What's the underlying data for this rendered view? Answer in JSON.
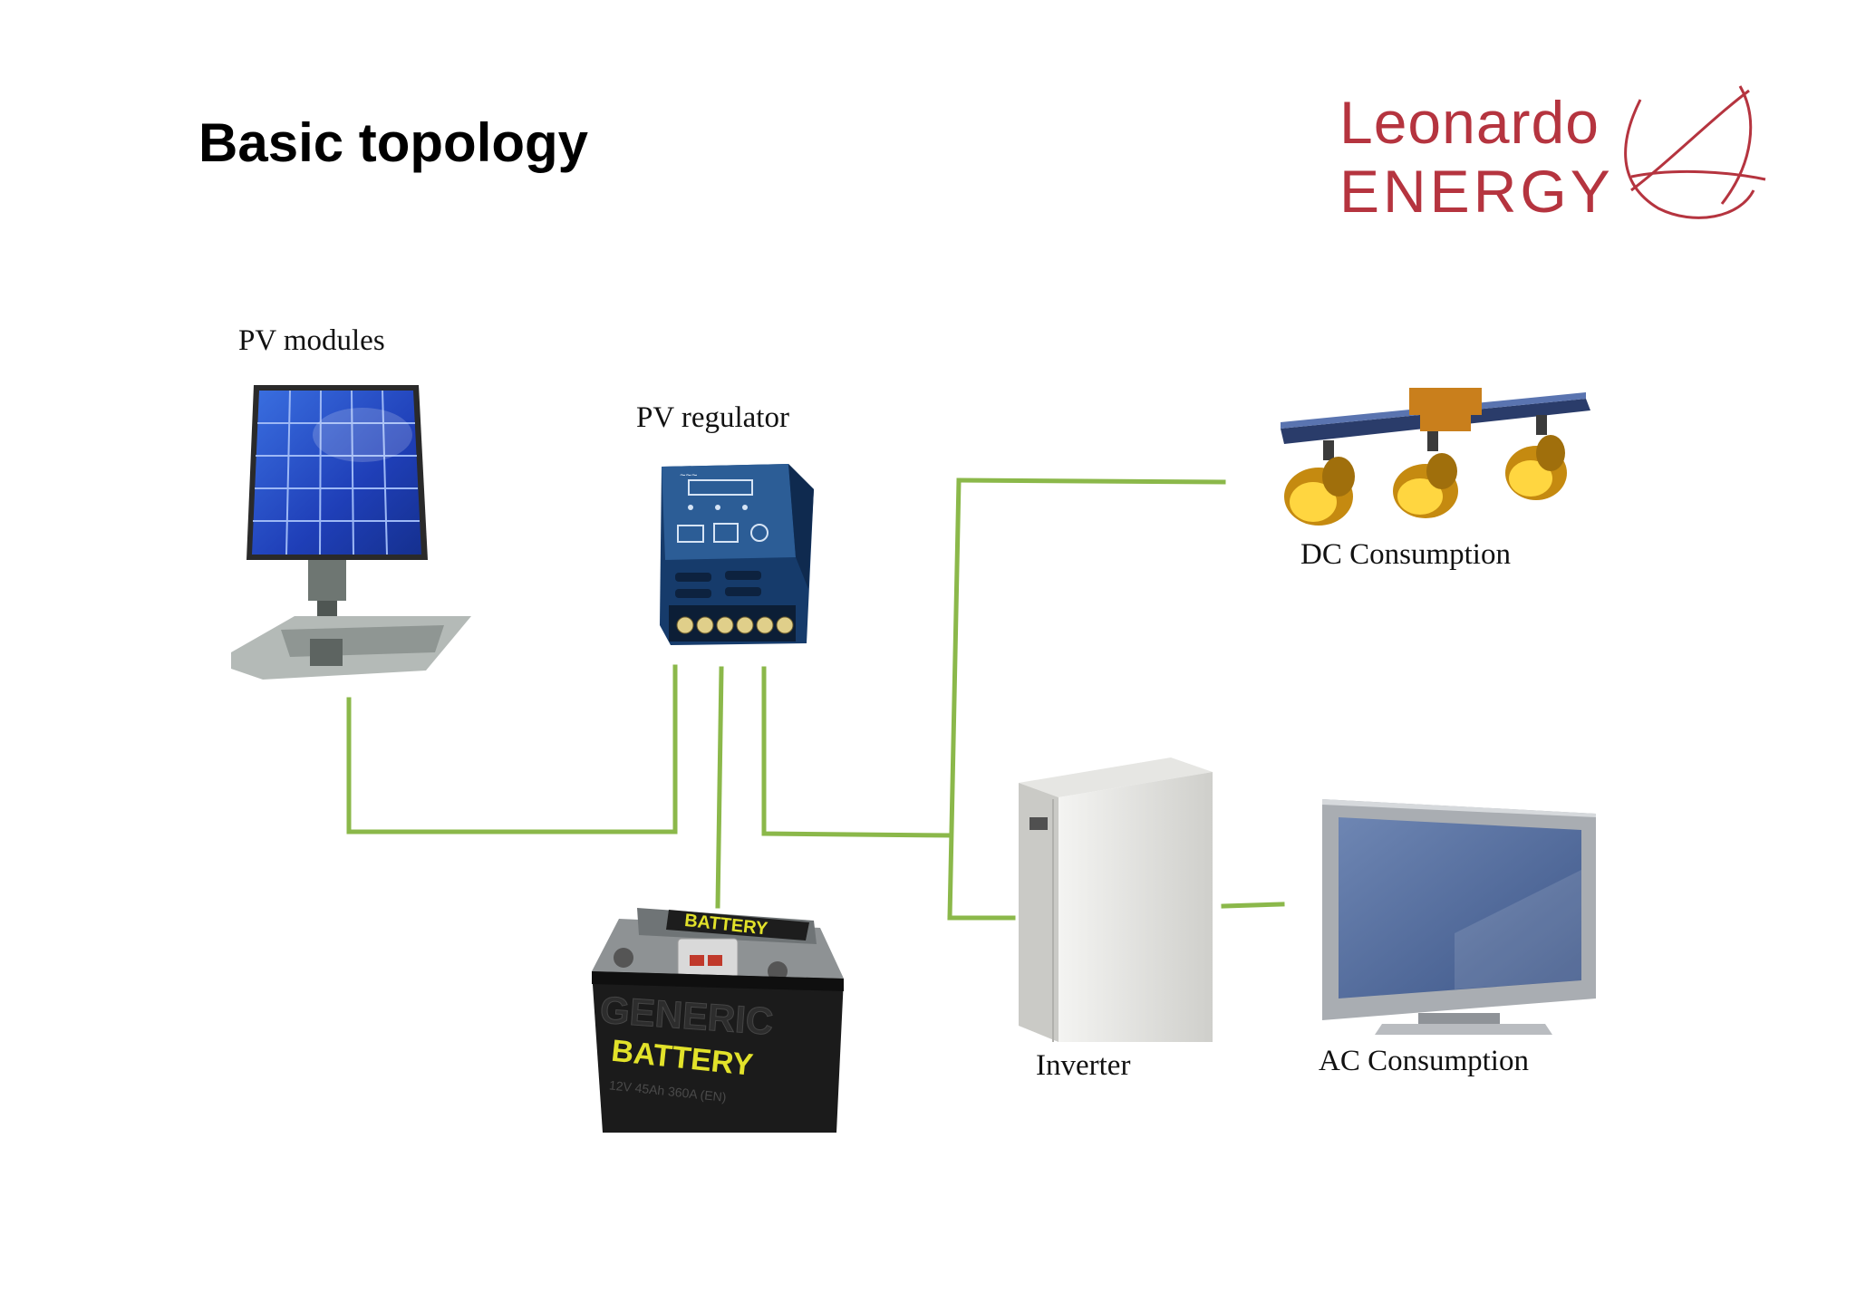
{
  "title": "Basic topology",
  "logo": {
    "line1": "Leonardo",
    "line2": "ENERGY",
    "color": "#b5343f"
  },
  "wire_color": "#8bb84a",
  "components": {
    "pv_modules": {
      "label": "PV modules",
      "icon": "solar-panel-icon"
    },
    "pv_regulator": {
      "label": "PV regulator",
      "icon": "charge-controller-icon"
    },
    "dc_consumption": {
      "label": "DC Consumption",
      "icon": "spotlight-bar-icon"
    },
    "battery": {
      "label": "",
      "icon": "car-battery-icon",
      "printed": {
        "top": "BATTERY",
        "brand": "GENERIC",
        "main": "BATTERY",
        "spec": "12V 45Ah 360A (EN)"
      }
    },
    "inverter": {
      "label": "Inverter",
      "icon": "inverter-cabinet-icon"
    },
    "ac_consumption": {
      "label": "AC Consumption",
      "icon": "television-icon"
    }
  }
}
